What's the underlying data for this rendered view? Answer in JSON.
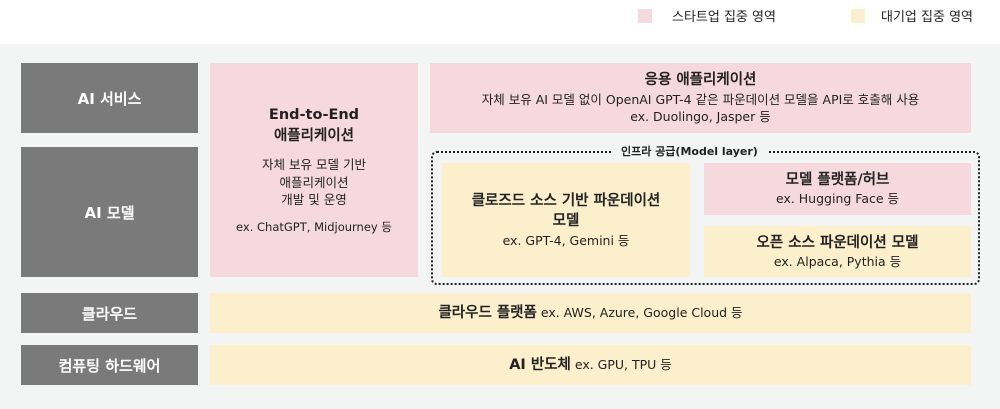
{
  "legend": {
    "startup": {
      "label": "스타트업 집중 영역",
      "color": "#f6d9de"
    },
    "enterprise": {
      "label": "대기업 집중 영역",
      "color": "#fcefcc"
    }
  },
  "rows": [
    "AI 서비스",
    "AI 모델",
    "클라우드",
    "컴퓨팅 하드웨어"
  ],
  "end_to_end": {
    "title1": "End-to-End",
    "title2": "애플리케이션",
    "desc1": "자체 보유 모델 기반",
    "desc2": "애플리케이션",
    "desc3": "개발 및 운영",
    "ex": "ex. ChatGPT, Midjourney 등"
  },
  "application": {
    "title": "응용 애플리케이션",
    "desc": "자체 보유 AI 모델 없이 OpenAI GPT-4 같은 파운데이션 모델을 API로 호출해 사용",
    "ex": "ex. Duolingo, Jasper 등"
  },
  "infra_label": "인프라 공급(Model layer)",
  "closed": {
    "title1": "클로즈드 소스 기반 파운데이션",
    "title2": "모델",
    "ex": "ex. GPT-4, Gemini 등"
  },
  "platform": {
    "title": "모델 플랫폼/허브",
    "ex": "ex. Hugging Face 등"
  },
  "open": {
    "title": "오픈 소스 파운데이션 모델",
    "ex": "ex. Alpaca, Pythia 등"
  },
  "cloud": {
    "title": "클라우드 플랫폼",
    "ex": " ex. AWS, Azure, Google Cloud 등"
  },
  "chip": {
    "title": "AI 반도체",
    "ex": " ex. GPU, TPU 등"
  }
}
